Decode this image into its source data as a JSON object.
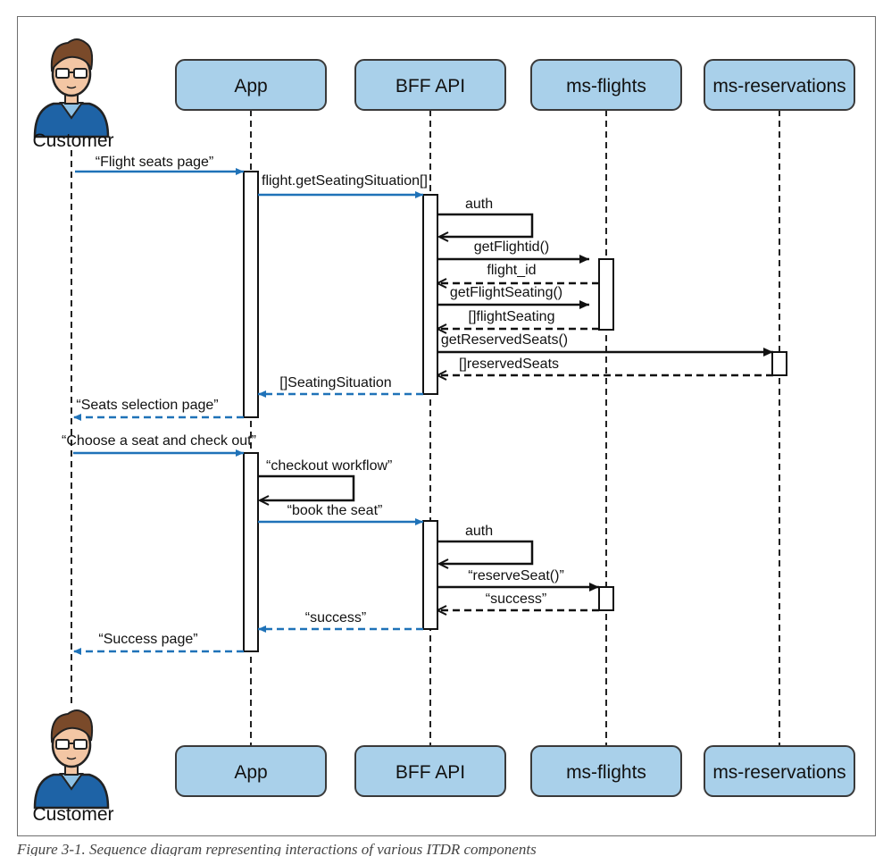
{
  "participants": [
    {
      "id": "customer",
      "label": "Customer"
    },
    {
      "id": "app",
      "label": "App"
    },
    {
      "id": "bff",
      "label": "BFF API"
    },
    {
      "id": "flights",
      "label": "ms-flights"
    },
    {
      "id": "reservations",
      "label": "ms-reservations"
    }
  ],
  "messages": [
    {
      "from": "customer",
      "to": "app",
      "label": "“Flight seats page”",
      "style": "blue-solid"
    },
    {
      "from": "app",
      "to": "bff",
      "label": "flight.getSeatingSituation[]",
      "style": "blue-solid"
    },
    {
      "from": "bff",
      "to": "bff",
      "label": "auth",
      "style": "black-self"
    },
    {
      "from": "bff",
      "to": "flights",
      "label": "getFlightid()",
      "style": "black-solid"
    },
    {
      "from": "flights",
      "to": "bff",
      "label": "flight_id",
      "style": "black-dashed"
    },
    {
      "from": "bff",
      "to": "flights",
      "label": "getFlightSeating()",
      "style": "black-solid"
    },
    {
      "from": "flights",
      "to": "bff",
      "label": "[]flightSeating",
      "style": "black-dashed"
    },
    {
      "from": "bff",
      "to": "reservations",
      "label": "getReservedSeats()",
      "style": "black-solid"
    },
    {
      "from": "reservations",
      "to": "bff",
      "label": "[]reservedSeats",
      "style": "black-dashed"
    },
    {
      "from": "bff",
      "to": "app",
      "label": "[]SeatingSituation",
      "style": "blue-dashed"
    },
    {
      "from": "app",
      "to": "customer",
      "label": "“Seats selection page”",
      "style": "blue-dashed"
    },
    {
      "from": "customer",
      "to": "app",
      "label": "“Choose a seat and check out”",
      "style": "blue-solid"
    },
    {
      "from": "app",
      "to": "app",
      "label": "“checkout workflow”",
      "style": "black-self"
    },
    {
      "from": "app",
      "to": "bff",
      "label": "“book the seat”",
      "style": "blue-solid"
    },
    {
      "from": "bff",
      "to": "bff",
      "label": "auth",
      "style": "black-self"
    },
    {
      "from": "bff",
      "to": "flights",
      "label": "“reserveSeat()”",
      "style": "black-solid"
    },
    {
      "from": "flights",
      "to": "bff",
      "label": "“success”",
      "style": "black-dashed"
    },
    {
      "from": "bff",
      "to": "app",
      "label": "“success”",
      "style": "blue-dashed"
    },
    {
      "from": "app",
      "to": "customer",
      "label": "“Success page”",
      "style": "blue-dashed"
    }
  ],
  "caption": "Figure 3-1. Sequence diagram representing interactions of various ITDR components",
  "colors": {
    "box_fill": "#a9d0ea",
    "box_stroke": "#3a3a3a",
    "blue_arrow": "#1f72b8",
    "black_arrow": "#111111",
    "lifeline": "#222222",
    "avatar_hair": "#7a4a2a",
    "avatar_skin": "#f3c6a4",
    "avatar_shirt": "#1e63a6",
    "avatar_collar": "#8fc2e6"
  }
}
